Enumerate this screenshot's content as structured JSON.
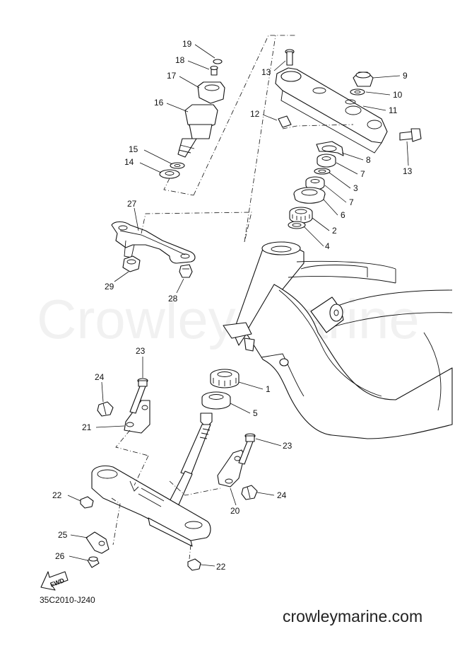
{
  "watermark": "Crowley Marine",
  "diagram_code": "35C2010-J240",
  "website": "crowleymarine.com",
  "fwd_label": "FWD",
  "callouts": {
    "c1": "1",
    "c2": "2",
    "c3": "3",
    "c4": "4",
    "c5": "5",
    "c6": "6",
    "c7a": "7",
    "c7b": "7",
    "c8": "8",
    "c9": "9",
    "c10": "10",
    "c11": "11",
    "c12": "12",
    "c13a": "13",
    "c13b": "13",
    "c14": "14",
    "c15": "15",
    "c16": "16",
    "c17": "17",
    "c18": "18",
    "c19": "19",
    "c20": "20",
    "c21": "21",
    "c22a": "22",
    "c22b": "22",
    "c23a": "23",
    "c23b": "23",
    "c24a": "24",
    "c24b": "24",
    "c25": "25",
    "c26": "26",
    "c27": "27",
    "c28": "28",
    "c29": "29"
  }
}
